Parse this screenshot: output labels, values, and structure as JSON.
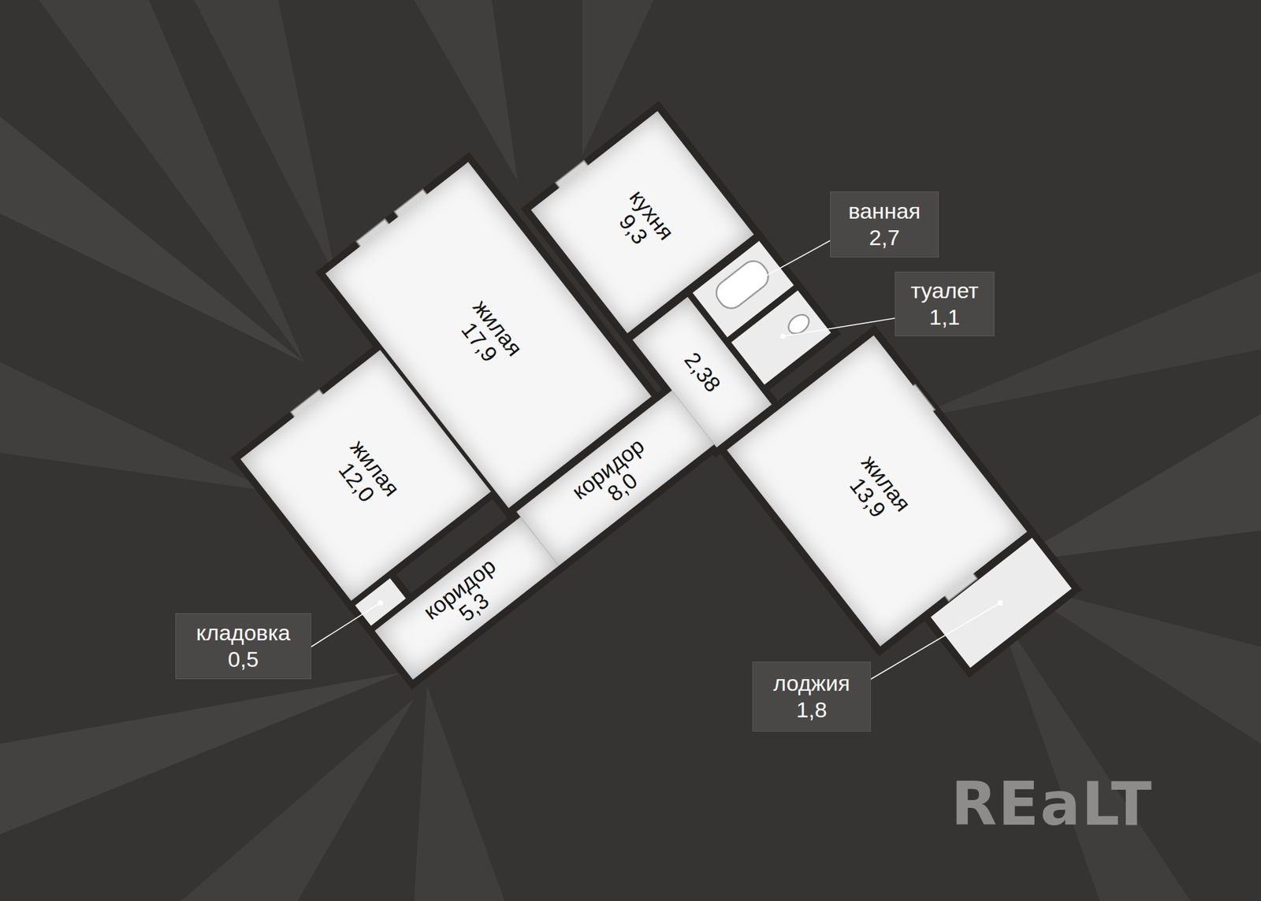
{
  "diagram": {
    "nodes": [
      {
        "text": [
          "жилая",
          "17,9"
        ]
      },
      {
        "text": [
          "кухня",
          "9,3"
        ]
      },
      {
        "text": [
          "ванная",
          "2,7"
        ]
      },
      {
        "text": [
          "2,38"
        ]
      },
      {
        "text": [
          "туалет",
          "1,1"
        ]
      },
      {
        "text": [
          "жилая",
          "12,0"
        ]
      },
      {
        "text": [
          "коридор",
          "8,0"
        ]
      },
      {
        "text": [
          "жилая",
          "13,9"
        ]
      },
      {
        "text": [
          "коридор",
          "5,3"
        ]
      },
      {
        "text": [
          "кладовка",
          "0,5"
        ]
      },
      {
        "text": [
          "лоджия",
          "1,8"
        ]
      }
    ],
    "labels": [
      "REaLT"
    ]
  }
}
